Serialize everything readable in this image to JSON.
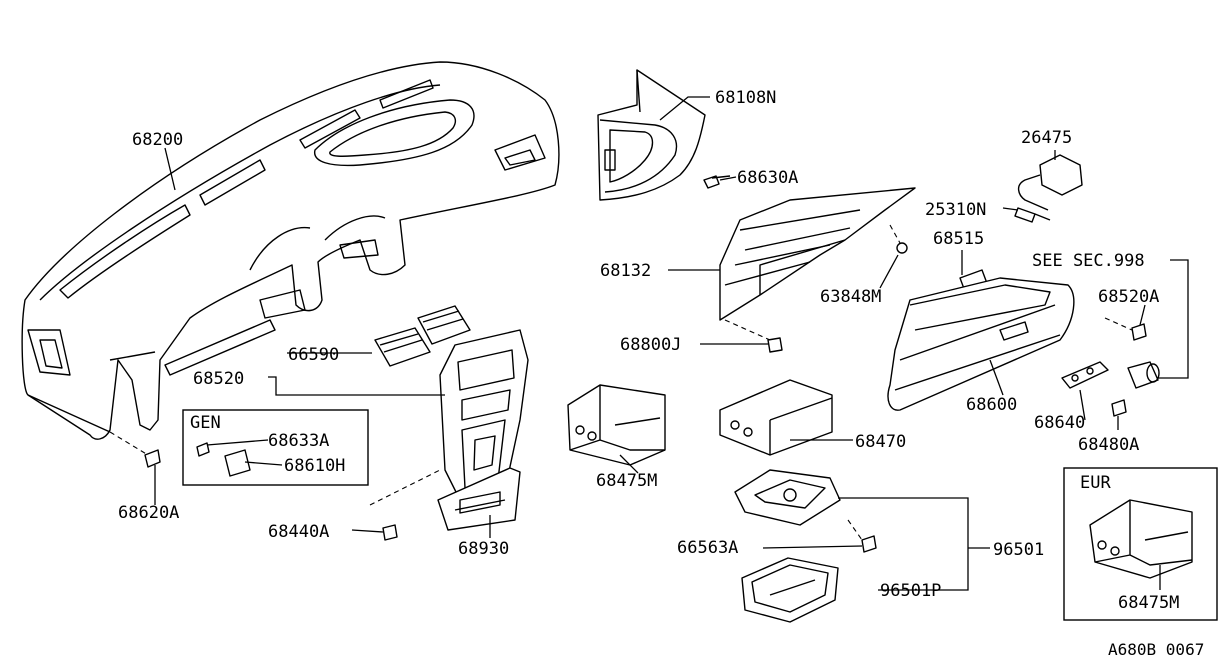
{
  "labels": {
    "p68200": "68200",
    "p68108N": "68108N",
    "p68630A": "68630A",
    "p26475": "26475",
    "p25310N": "25310N",
    "p68515": "68515",
    "see_sec": "SEE SEC.998",
    "p68132": "68132",
    "p63848M": "63848M",
    "p68520A": "68520A",
    "p68800J": "68800J",
    "p68600": "68600",
    "p68640": "68640",
    "p68480A": "68480A",
    "p68520": "68520",
    "p66590": "66590",
    "p68470": "68470",
    "p68475M": "68475M",
    "p68620A": "68620A",
    "p68440A": "68440A",
    "p68930": "68930",
    "p66563A": "66563A",
    "p96501": "96501",
    "p96501P": "96501P",
    "p68475M_eur": "68475M"
  },
  "gen_box": {
    "title": "GEN",
    "p68633A": "68633A",
    "p68610H": "68610H"
  },
  "eur_box": {
    "title": "EUR"
  },
  "figure_code": "A680B 0067"
}
